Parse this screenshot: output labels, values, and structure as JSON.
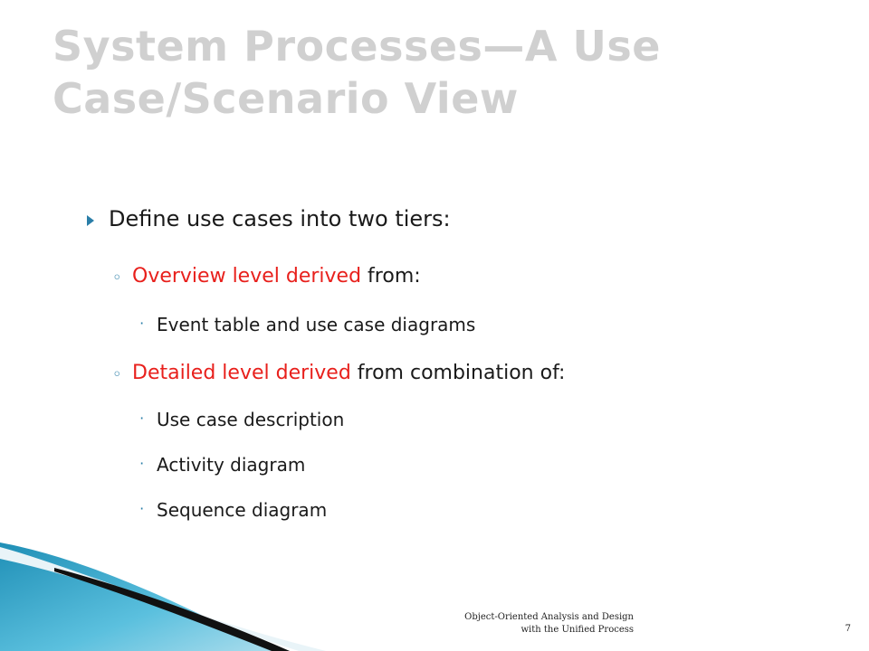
{
  "slide": {
    "title_line1": "System Processes—A Use",
    "title_line2": "Case/Scenario View",
    "bullet1": "Define use cases into two tiers:",
    "sub1": {
      "highlight": "Overview level derived",
      "rest": " from:",
      "items": [
        "Event table and use case diagrams"
      ]
    },
    "sub2": {
      "highlight": "Detailed level derived",
      "rest": " from combination of:",
      "items": [
        "Use case description",
        "Activity diagram",
        "Sequence diagram"
      ]
    },
    "footer_line1": "Object-Oriented Analysis and Design",
    "footer_line2": "with the Unified Process",
    "page_number": "7"
  },
  "colors": {
    "title": "#d0d0d0",
    "highlight": "#e8201c",
    "bullet": "#2a7ea8",
    "teal_band": "#3aa7c9"
  },
  "icons": {
    "level1": "triangle-right-icon",
    "level2": "ring-bullet-icon",
    "level3": "star-bullet-icon"
  }
}
